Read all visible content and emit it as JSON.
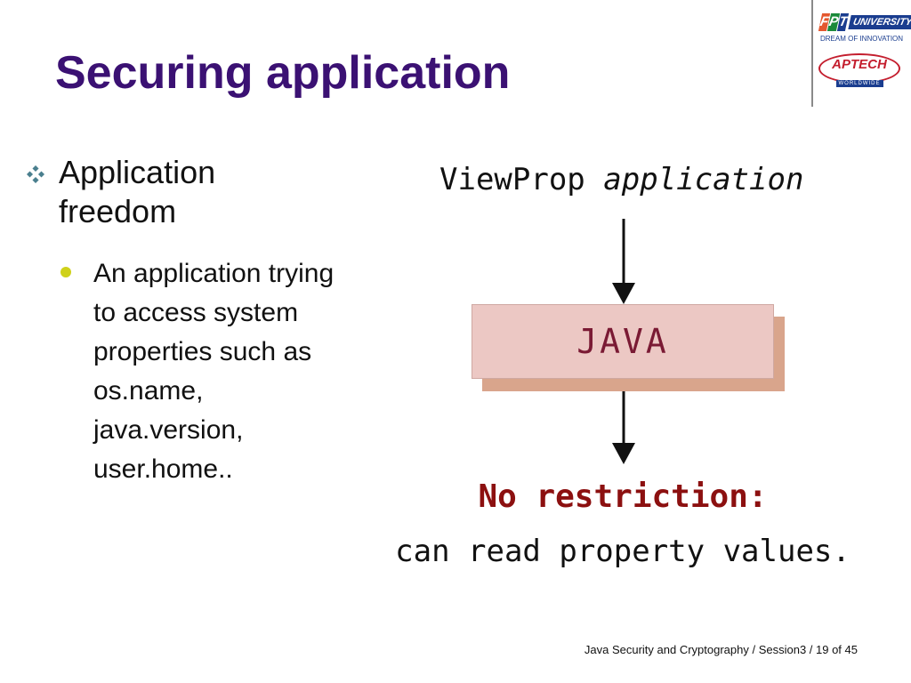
{
  "slide": {
    "title": "Securing application",
    "footer": "Java Security and Cryptography / Session3 / 19 of 45"
  },
  "logos": {
    "fpt": {
      "letters": [
        "F",
        "P",
        "T"
      ],
      "university": "UNIVERSITY",
      "tagline": "DREAM OF INNOVATION"
    },
    "aptech": {
      "name": "APTECH",
      "sub": "WORLDWIDE"
    }
  },
  "content": {
    "bullet1": "Application freedom",
    "bullet2": "An application trying to access system properties such as os.name, java.version, user.home.."
  },
  "diagram": {
    "app_name": "ViewProp",
    "app_word": "application",
    "box_label": "JAVA",
    "result_heading": "No restriction:",
    "result_text": "can read property values."
  },
  "colors": {
    "title": "#3b1173",
    "fpt_letters": [
      "#e4572e",
      "#1a8a3a",
      "#1a3d8f"
    ],
    "aptech": "#c41e2e",
    "bullet_dot": "#cfd11a",
    "java_box": "#ecc8c4",
    "java_shadow": "#d9a58c",
    "result_heading": "#8c1010"
  }
}
